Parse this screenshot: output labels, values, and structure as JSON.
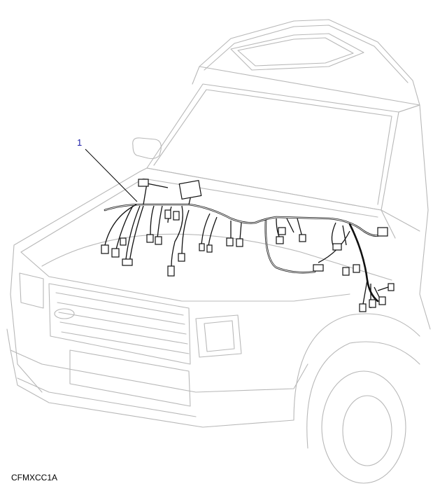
{
  "diagram": {
    "callouts": [
      {
        "label": "1",
        "part": "engine-bay-harness"
      }
    ],
    "illustration_code": "CFMXCC1A",
    "colors": {
      "callout": "#1a1aa6",
      "vehicle_outline": "#b8b8b8",
      "harness": "#111111"
    }
  }
}
